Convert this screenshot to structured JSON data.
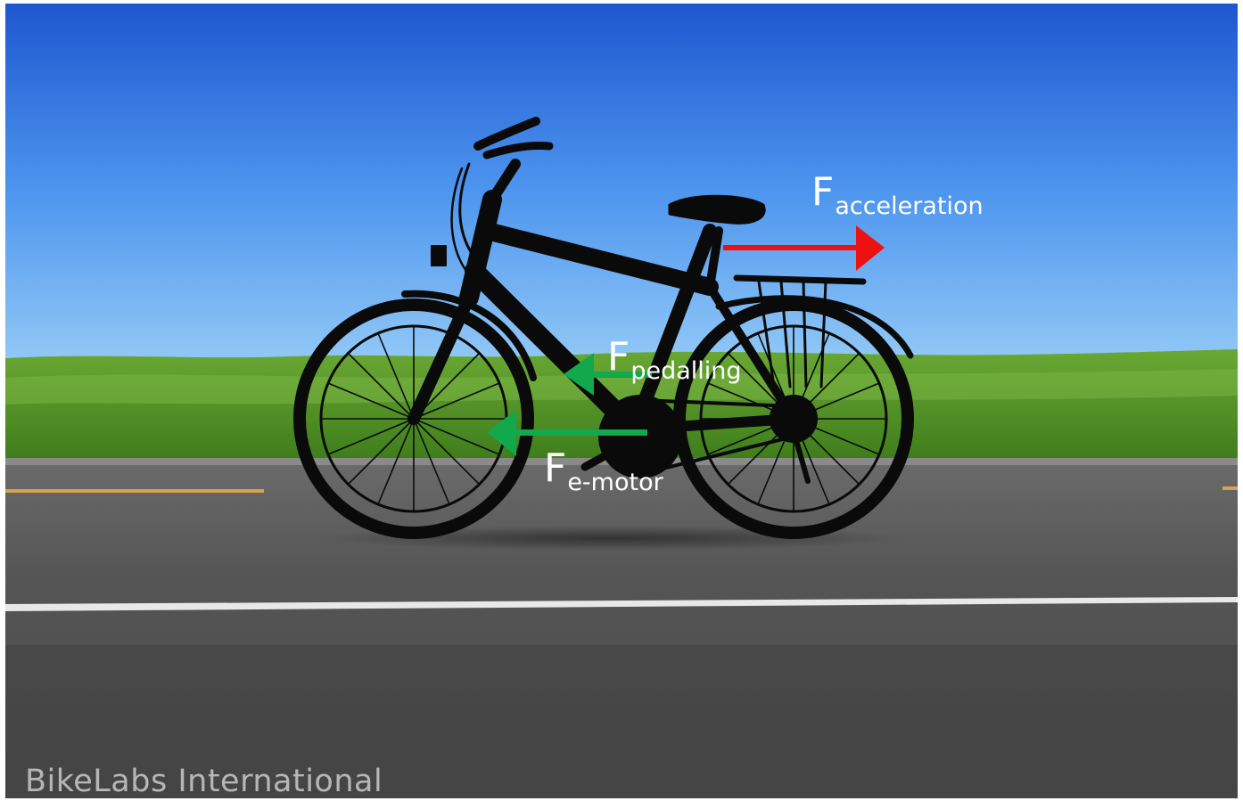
{
  "labels": {
    "acceleration": {
      "symbol": "F",
      "subscript": "acceleration"
    },
    "pedalling": {
      "symbol": "F",
      "subscript": "pedalling"
    },
    "emotor": {
      "symbol": "F",
      "subscript": "e-motor"
    }
  },
  "watermark": "BikeLabs International",
  "colors": {
    "sky_top": "#1f5fd6",
    "sky_bottom": "#8cc4f5",
    "grass": "#5c9a2c",
    "road": "#5a5a5a",
    "arrow_acceleration": "#ee1111",
    "arrow_force": "#12a84c",
    "bike": "#0a0a0a"
  },
  "icons": [
    "bicycle-silhouette",
    "force-arrow-right",
    "force-arrow-left"
  ]
}
